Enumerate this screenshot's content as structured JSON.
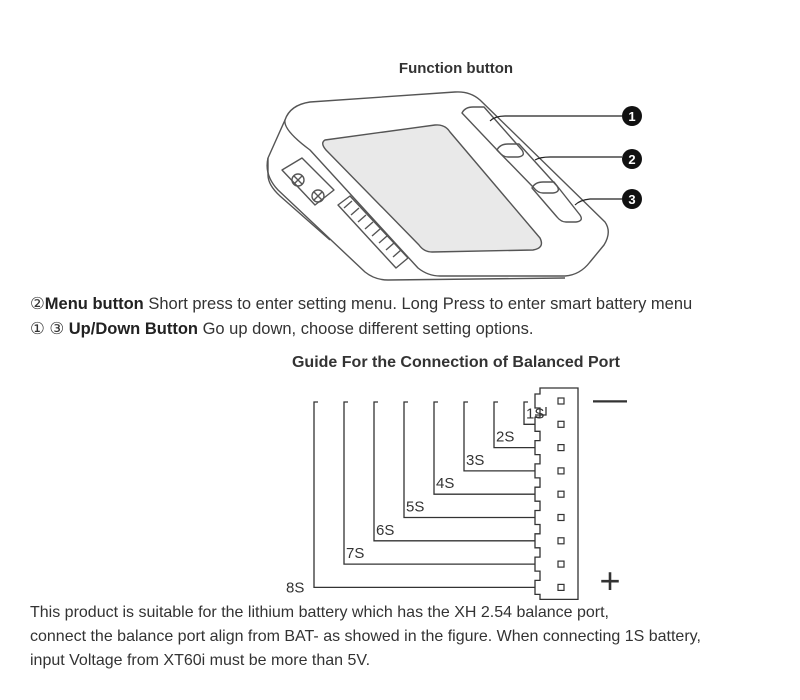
{
  "function_section": {
    "title": "Function button",
    "callouts": [
      "1",
      "2",
      "3"
    ]
  },
  "descriptions": {
    "menu": {
      "marker": "②",
      "label": "Menu button",
      "text": " Short press to enter setting menu. Long Press to enter smart battery menu"
    },
    "updown": {
      "marker": "① ③",
      "label": "Up/Down Button",
      "text": " Go up down, choose different setting options."
    }
  },
  "guide": {
    "title": "Guide For the Connection of Balanced Port",
    "minus": "—",
    "plus": "+",
    "cell_labels": [
      "1S",
      "2S",
      "3S",
      "4S",
      "5S",
      "6S",
      "7S",
      "8S"
    ]
  },
  "bottom_text": [
    "This product is suitable for the lithium battery which has the XH 2.54 balance port,",
    "connect the balance port align from BAT- as showed in the figure. When connecting 1S battery,",
    "input Voltage from XT60i must be more than 5V."
  ]
}
